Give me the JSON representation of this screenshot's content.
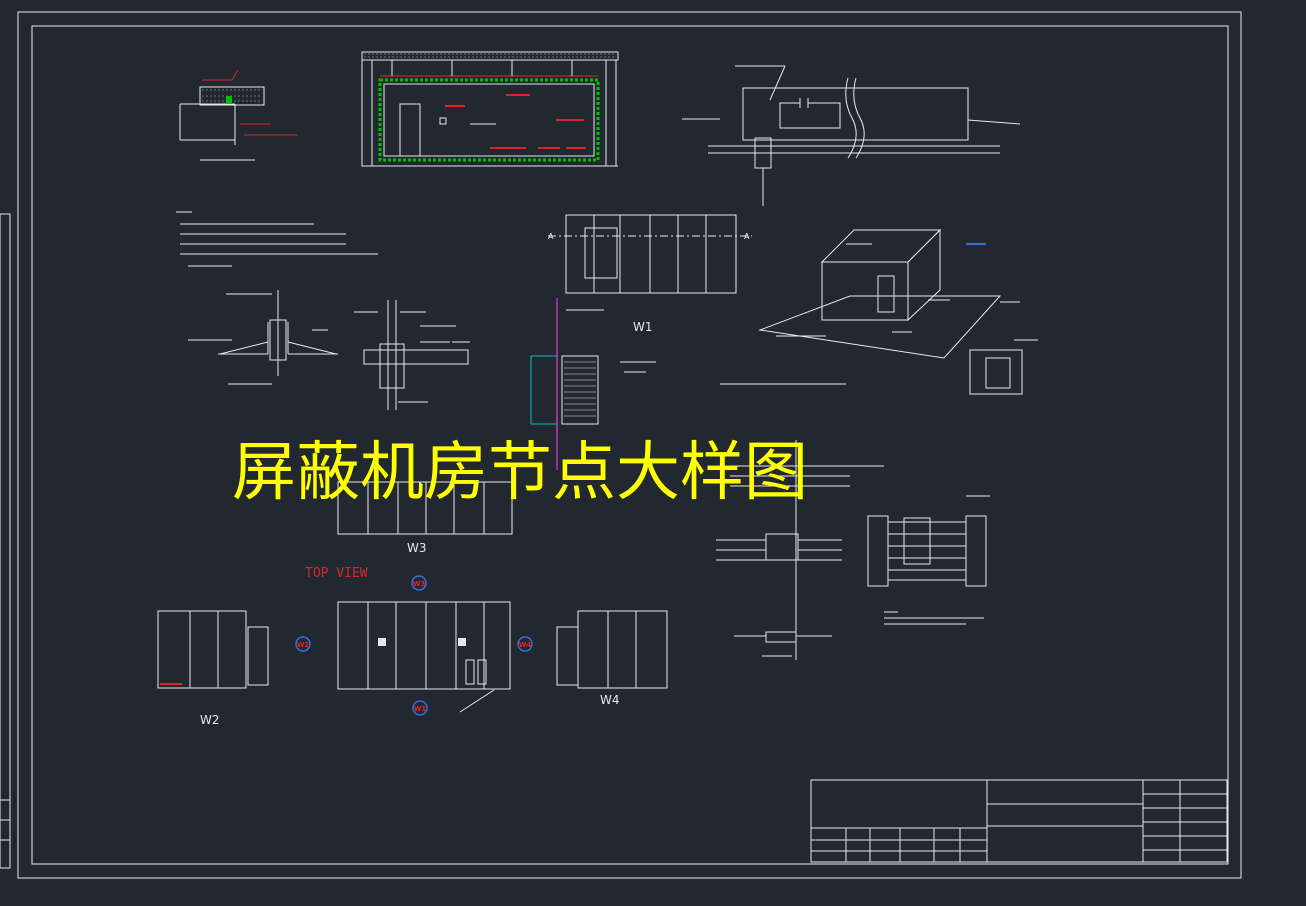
{
  "title": "屏蔽机房节点大样图",
  "top_view_label": "TOP VIEW",
  "views": {
    "w1": "W1",
    "w2": "W2",
    "w3": "W3",
    "w4": "W4"
  },
  "markers": {
    "w1": "W1",
    "w2": "W2",
    "w3": "W3",
    "w4": "W4"
  },
  "colors": {
    "background": "#212830",
    "line": "#e8e8e8",
    "title": "#ffff00",
    "accent_red": "#e0232a",
    "accent_green": "#00c000",
    "accent_blue": "#3a6bd6",
    "accent_magenta": "#c040c0",
    "accent_cyan": "#00c0c0"
  }
}
